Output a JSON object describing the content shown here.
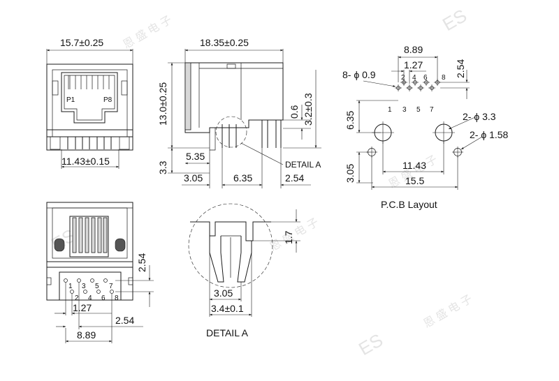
{
  "front_view": {
    "width_label": "15.7±0.25",
    "pitch_label": "11.43±0.15",
    "pin1_label": "P1",
    "pin8_label": "P8"
  },
  "side_view": {
    "length_label": "18.35±0.25",
    "height_label": "13.0±0.25",
    "d_3_2": "3.2±0.3",
    "d_0_6": "0.6",
    "d_5_35": "5.35",
    "d_3_3": "3.3",
    "d_3_05": "3.05",
    "d_6_35": "6.35",
    "d_2_54": "2.54",
    "detail_ref": "DETAIL A"
  },
  "pcb_layout": {
    "pitch_8_89": "8.89",
    "pitch_1_27": "1.27",
    "pitch_2_54": "2.54",
    "holes_small": "8- ϕ 0.9",
    "holes_big": "2- ϕ 3.3",
    "holes_med": "2- ϕ 1.58",
    "d_6_35": "6.35",
    "d_3_05": "3.05",
    "d_11_43": "11.43",
    "d_15_5": "15.5",
    "pins_top": [
      "2",
      "4",
      "6",
      "8"
    ],
    "pins_bottom": [
      "1",
      "3",
      "5",
      "7"
    ],
    "caption": "P.C.B Layout"
  },
  "bottom_view": {
    "d_2_54_v": "2.54",
    "d_1_27": "1.27",
    "d_2_54_h": "2.54",
    "d_8_89": "8.89",
    "pins_top": [
      "1",
      "3",
      "5",
      "7"
    ],
    "pins_bottom": [
      "2",
      "4",
      "6",
      "8"
    ]
  },
  "detail_a": {
    "d_1_7": "1.7",
    "d_3_05": "3.05",
    "d_3_4": "3.4±0.1",
    "caption": "DETAIL A"
  },
  "watermark": {
    "brand": "ES",
    "chars": "恩 盛 电 子"
  },
  "colors": {
    "line": "#1a1a1a",
    "fill_gray": "#d8d8d8",
    "watermark": "#cfcfcf"
  }
}
